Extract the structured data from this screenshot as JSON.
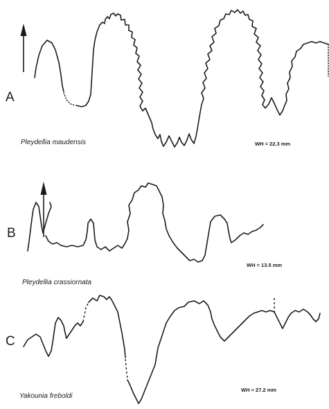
{
  "panels": [
    {
      "letter": "A",
      "species": "Pleydellia maudensis",
      "wh": "WH = 22.3 mm"
    },
    {
      "letter": "B",
      "species": "Pleydellia crassiornata",
      "wh": "WH = 13.5 mm"
    },
    {
      "letter": "C",
      "species": "Yakounia freboldi",
      "wh": "WH = 27.2 mm"
    }
  ],
  "colors": {
    "ink": "#1a1a1a",
    "background": "#ffffff"
  }
}
